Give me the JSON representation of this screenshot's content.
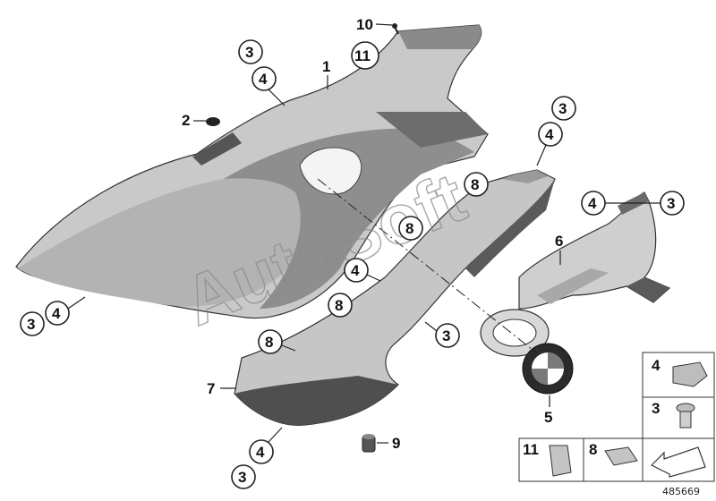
{
  "watermark": "AutoSoft",
  "reference_number": "485669",
  "labels": {
    "p1": "1",
    "p2": "2",
    "p3": "3",
    "p4": "4",
    "p5": "5",
    "p6": "6",
    "p7": "7",
    "p8": "8",
    "p9": "9",
    "p10": "10",
    "p11": "11"
  },
  "legend": {
    "item4": "4",
    "item3": "3",
    "item11": "11",
    "item8": "8"
  },
  "colors": {
    "panel_light": "#c7c7c7",
    "panel_mid": "#9b9b9b",
    "panel_dark": "#5c5c5c",
    "outline": "#222222"
  }
}
